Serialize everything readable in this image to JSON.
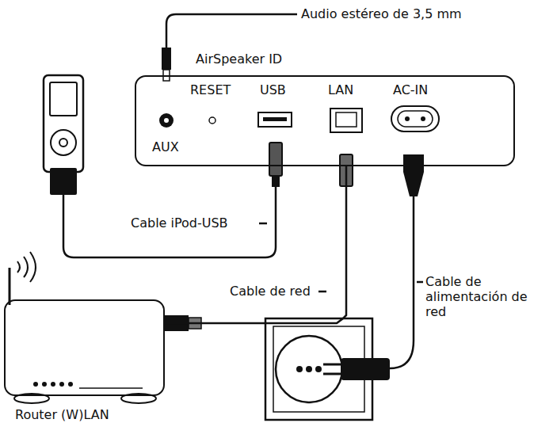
{
  "diagram": {
    "nodes": [
      {
        "text": [
          "AirSpeaker ID"
        ]
      },
      {
        "text": [
          "Router (W)LAN"
        ]
      }
    ],
    "edges": [
      {
        "from": 0,
        "to": 1,
        "arrow": "none",
        "label": "Cable de red"
      }
    ],
    "labels": [
      "Audio estéreo de 3,5 mm",
      "AUX",
      "RESET",
      "USB",
      "LAN",
      "AC-IN",
      "Cable iPod-USB",
      "Cable de alimentación de red"
    ]
  }
}
